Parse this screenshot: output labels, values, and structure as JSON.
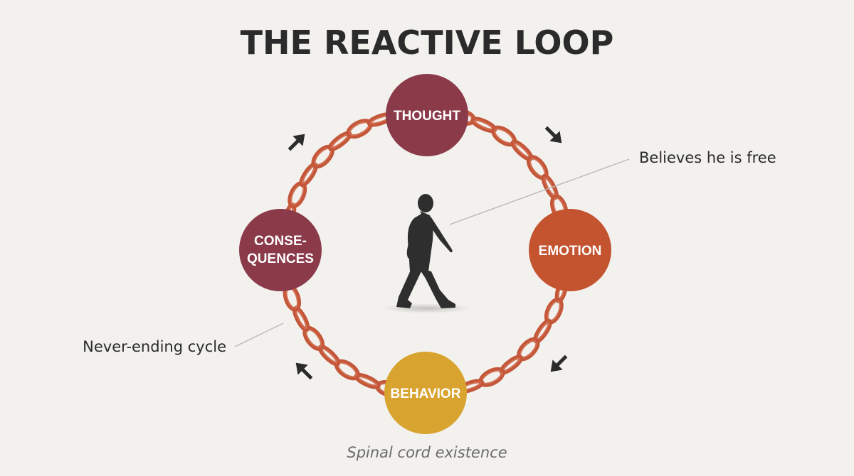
{
  "title": "THE REACTIVE LOOP",
  "nodes": [
    {
      "id": "thought",
      "lines": [
        "THOUGHT"
      ],
      "color": "#8b3a4a"
    },
    {
      "id": "emotion",
      "lines": [
        "EMOTION"
      ],
      "color": "#c4532f"
    },
    {
      "id": "behavior",
      "lines": [
        "BEHAVIOR"
      ],
      "color": "#d8a32e"
    },
    {
      "id": "consequences",
      "lines": [
        "CONSE-",
        "QUENCES"
      ],
      "color": "#8b3a4a"
    }
  ],
  "annotations": {
    "right": "Believes he is free",
    "left": "Never-ending cycle"
  },
  "caption": "Spinal cord existence",
  "colors": {
    "background": "#f2f1ed",
    "chain": "#c4573a",
    "arrow": "#2b2b2b",
    "figure": "#2e2e2e"
  },
  "icons": {
    "figure": "walking-person-icon",
    "arrow": "direction-arrow-icon",
    "chain": "chain-link-icon"
  }
}
